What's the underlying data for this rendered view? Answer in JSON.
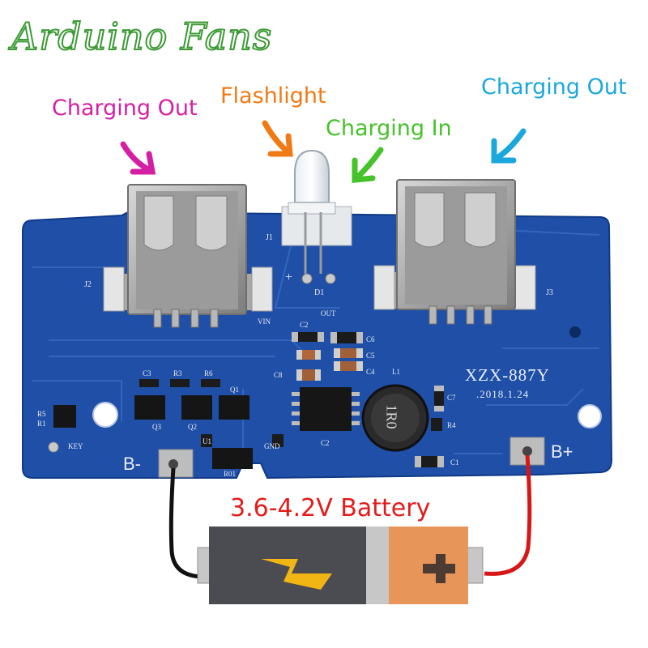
{
  "brand": {
    "text": "Arduino Fans"
  },
  "callouts": {
    "charging_out_left": {
      "text": "Charging Out",
      "color": "#d41fa5"
    },
    "flashlight": {
      "text": "Flashlight",
      "color": "#f07a14"
    },
    "charging_in": {
      "text": "Charging In",
      "color": "#46c22a"
    },
    "charging_out_right": {
      "text": "Charging Out",
      "color": "#1aa7dc"
    }
  },
  "board": {
    "model": "XZX-887Y",
    "date": ".2018.1.24",
    "terminal_negative": "B-",
    "terminal_positive": "B+",
    "silkscreen": {
      "j1": "J1",
      "j2": "J2",
      "j3": "J3",
      "d1": "D1",
      "plus": "+",
      "vin": "VIN",
      "out": "OUT",
      "c2a": "C2",
      "c2b": "C2",
      "c3": "C3",
      "r3": "R3",
      "r6": "R6",
      "c6": "C6",
      "c5": "C5",
      "c4": "C4",
      "c8": "C8",
      "c7": "C7",
      "c1": "C1",
      "l1": "L1",
      "r4": "R4",
      "q1": "Q1",
      "q2": "Q2",
      "q3": "Q3",
      "u1": "U1",
      "r5": "R5",
      "r1": "R1",
      "key": "KEY",
      "gnd": "GND",
      "r01": "R01",
      "inductor": "1R0"
    }
  },
  "battery": {
    "label": "3.6-4.2V Battery",
    "colors": {
      "body": "#4b4c52",
      "cap": "#e8955a",
      "bolt": "#f1b514"
    }
  }
}
